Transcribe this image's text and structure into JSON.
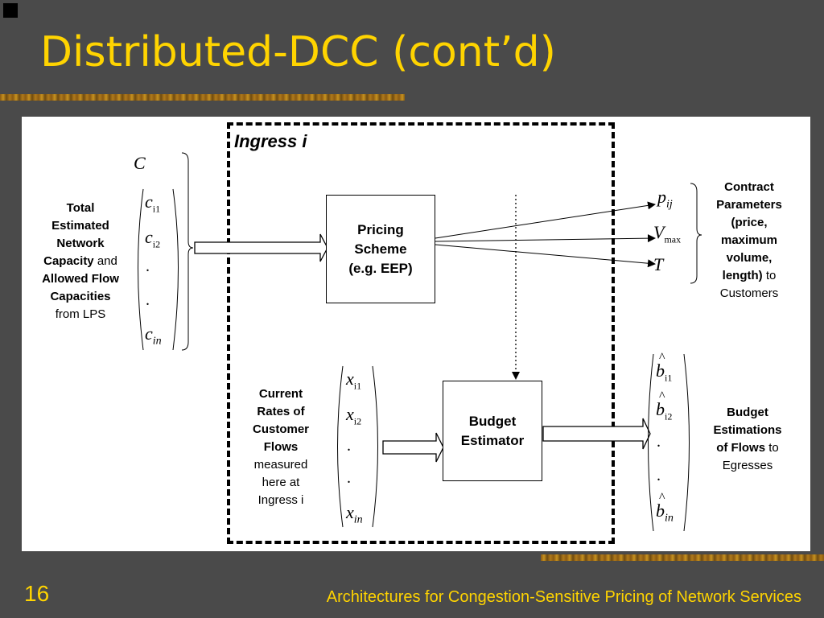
{
  "slide": {
    "title": "Distributed-DCC (cont’d)",
    "page_number": "16",
    "footer": "Architectures for Congestion-Sensitive Pricing of Network Services"
  },
  "diagram": {
    "region_label": "Ingress i",
    "pricing_box": [
      "Pricing",
      "Scheme",
      "(e.g. EEP)"
    ],
    "budget_box": [
      "Budget",
      "Estimator"
    ],
    "capacity_vector": {
      "label_C": "C",
      "entries": [
        "c",
        "c",
        "c"
      ],
      "subs": [
        "i1",
        "i2",
        "in"
      ]
    },
    "rates_vector": {
      "entries": [
        "x",
        "x",
        "x"
      ],
      "subs": [
        "i1",
        "i2",
        "in"
      ]
    },
    "budget_vector": {
      "entries": [
        "b",
        "b",
        "b"
      ],
      "subs": [
        "i1",
        "i2",
        "in"
      ]
    },
    "contract_params": {
      "p": "p",
      "p_sub": "ij",
      "v": "V",
      "v_sub": "max",
      "t": "T"
    },
    "labels": {
      "total": {
        "bold1": "Total",
        "bold2": "Estimated",
        "bold3": "Network",
        "bold4": "Capacity",
        "normal4": " and",
        "bold5": "Allowed Flow",
        "bold6": "Capacities",
        "normal7": "from LPS"
      },
      "current": {
        "bold1": "Current",
        "bold2": "Rates of",
        "bold3": "Customer",
        "bold4": "Flows",
        "normal5": "measured",
        "normal6": "here at",
        "normal7": "Ingress i"
      },
      "contract": {
        "bold1": "Contract",
        "bold2": "Parameters",
        "bold3": "(price,",
        "bold4": "maximum",
        "bold5": "volume,",
        "bold6": "length)",
        "normal6": " to",
        "normal7": "Customers"
      },
      "budget": {
        "bold1": "Budget",
        "bold2": "Estimations",
        "bold3": "of Flows",
        "normal3": " to",
        "normal4": "Egresses"
      }
    }
  }
}
